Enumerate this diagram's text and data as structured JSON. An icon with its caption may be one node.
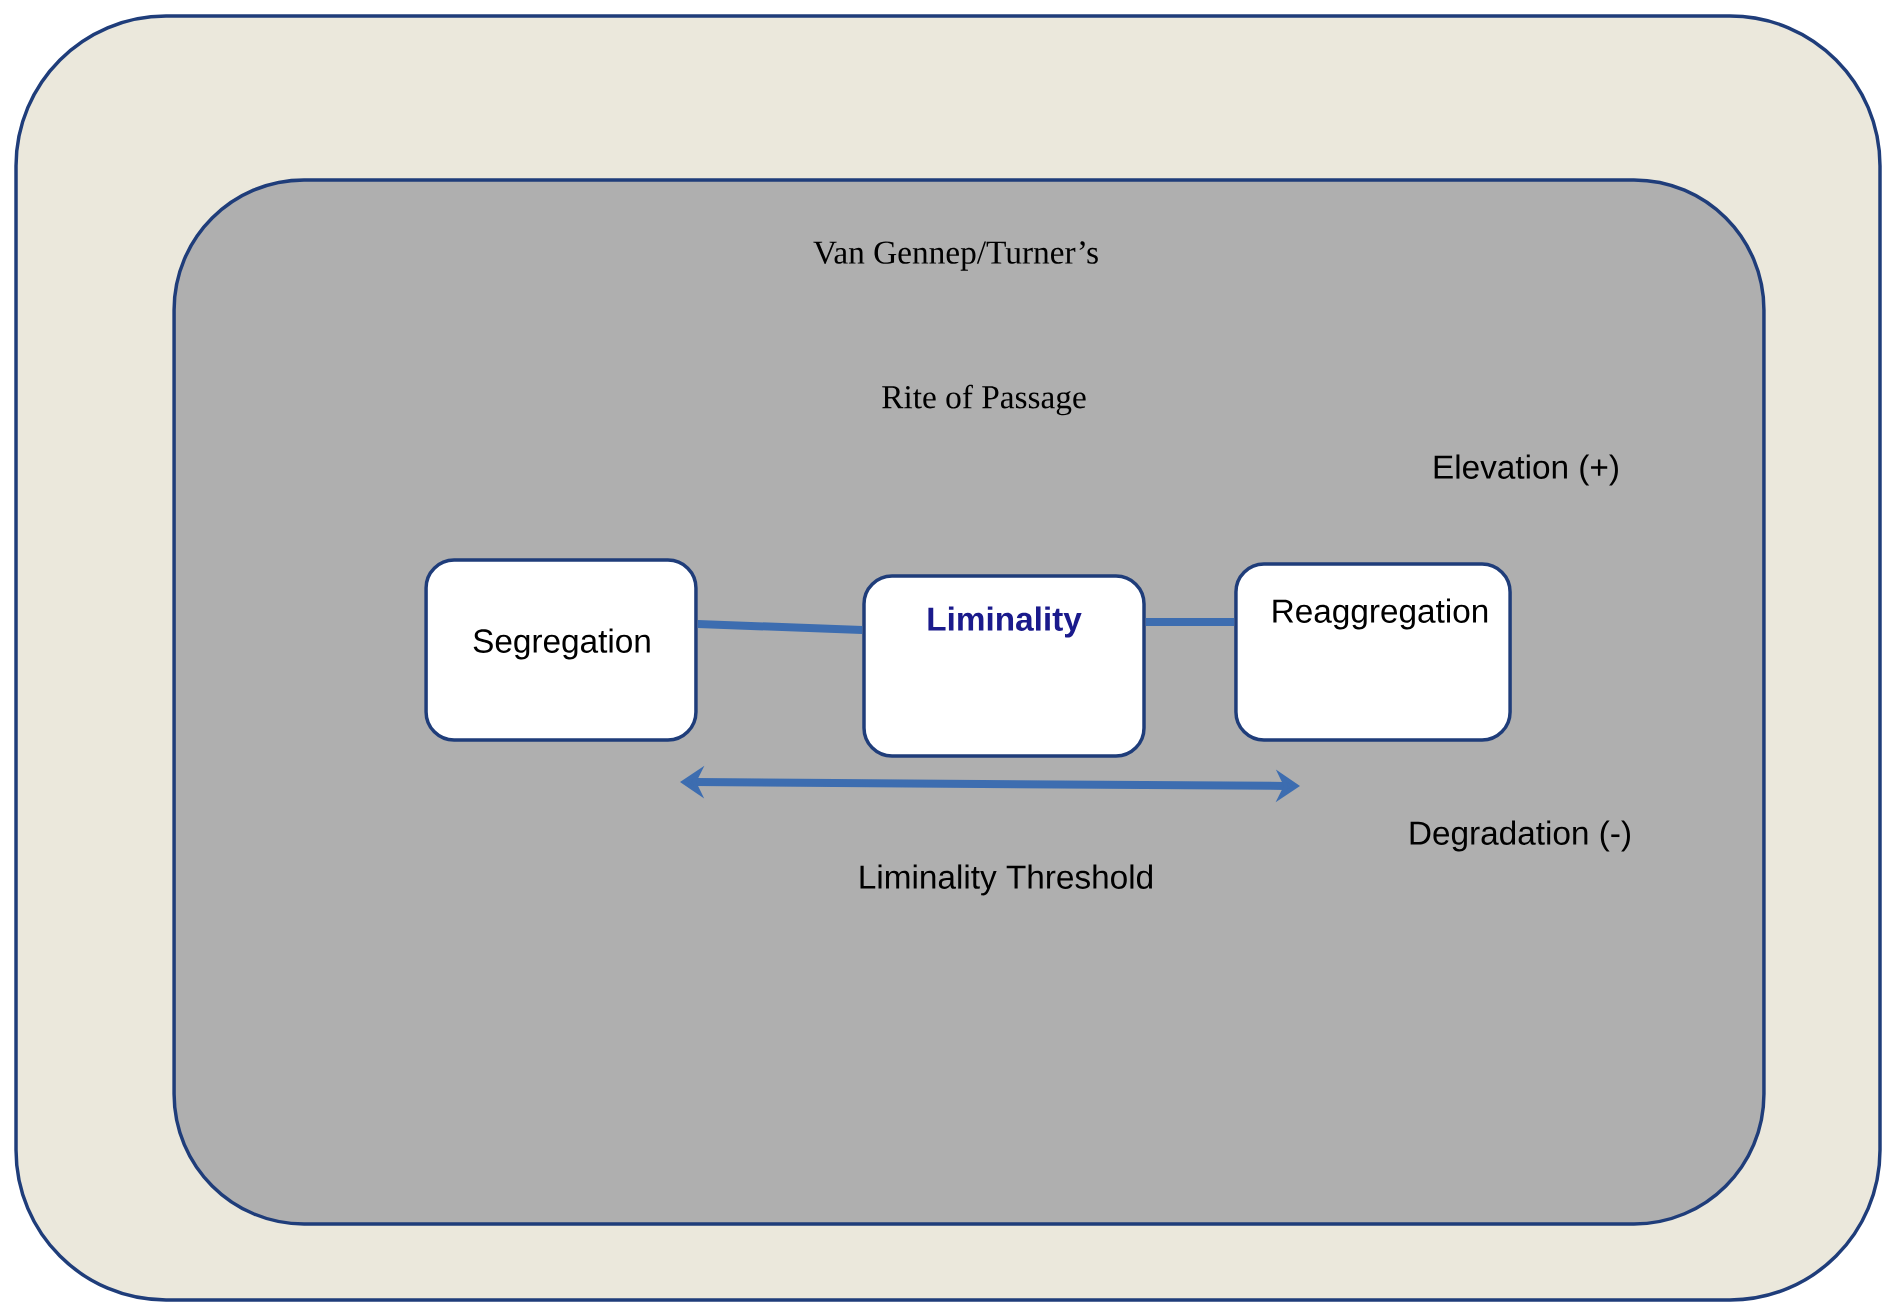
{
  "diagram": {
    "nodes": [
      {
        "text": [],
        "shape": "box"
      },
      {
        "text": [],
        "shape": "box",
        "in": 0
      },
      {
        "text": [
          "Segregation"
        ],
        "in": 1
      },
      {
        "text": [
          "Liminality"
        ],
        "in": 1
      },
      {
        "text": [
          "Reaggregation"
        ],
        "in": 1
      }
    ],
    "edges": [
      {
        "from": 2,
        "to": 3,
        "arrow": "none"
      },
      {
        "from": 3,
        "to": 4,
        "arrow": "none"
      }
    ],
    "labels": [
      "Van Gennep/Turner’s",
      "Rite of Passage",
      "Elevation (+)",
      "Liminality Threshold",
      "Degradation (-)"
    ]
  }
}
